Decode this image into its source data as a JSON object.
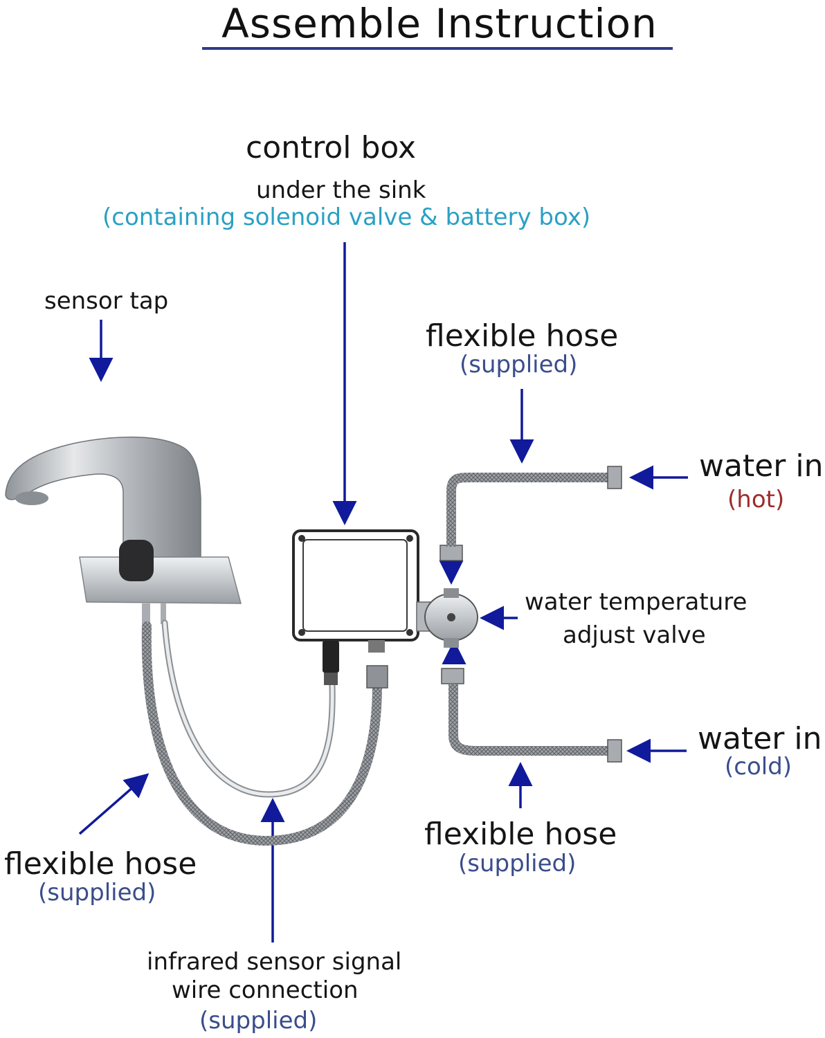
{
  "title": "Assemble  Instruction",
  "labels": {
    "control_box": "control   box",
    "under_sink": "under the sink",
    "containing": "(containing solenoid valve & battery box)",
    "sensor_tap": "sensor tap",
    "flex_hose_top": "flexible hose",
    "flex_hose_top_sub": "(supplied)",
    "water_in_hot": "water in",
    "water_in_hot_sub": "(hot)",
    "temp_valve_1": "water temperature",
    "temp_valve_2": "adjust valve",
    "water_in_cold": "water in",
    "water_in_cold_sub": "(cold)",
    "flex_hose_right": "flexible hose",
    "flex_hose_right_sub": "(supplied)",
    "flex_hose_left": "flexible hose",
    "flex_hose_left_sub": "(supplied)",
    "infrared_1": "infrared sensor signal",
    "infrared_2": "wire connection",
    "infrared_sub": "(supplied)"
  },
  "colors": {
    "arrow": "#101a9a",
    "title_rule": "#2e3b8c",
    "supplied_text": "#3a4d8c",
    "containing_text": "#2aa0c4",
    "hot_text": "#9c2d2d"
  }
}
